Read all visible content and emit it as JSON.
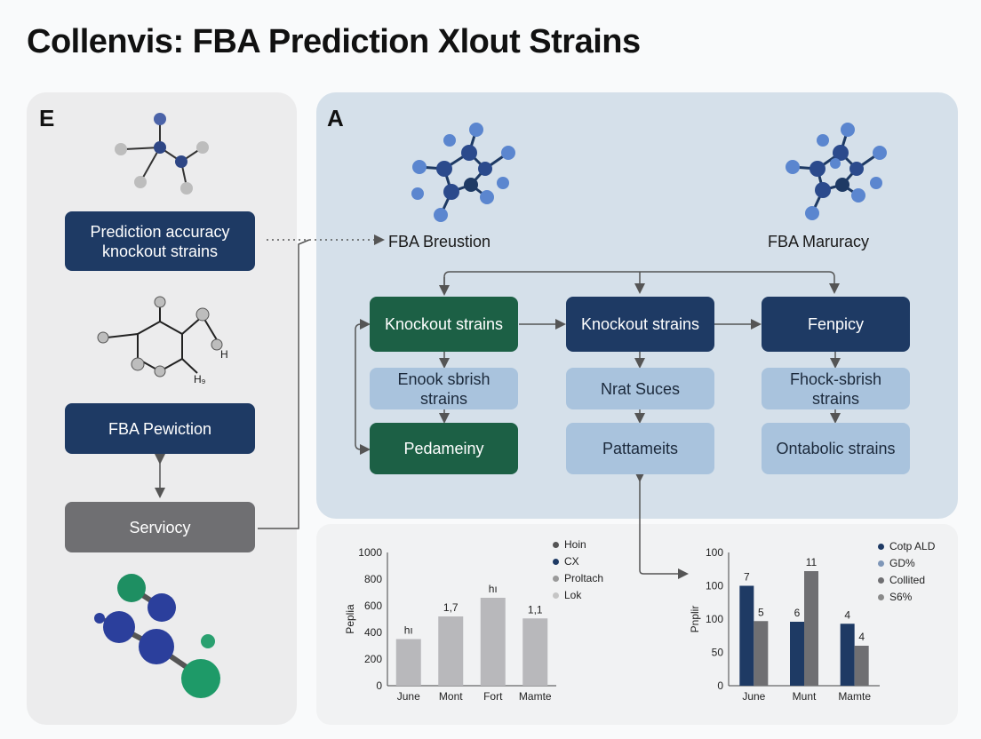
{
  "title": "Collenvis: FBA Prediction Xlout Strains",
  "panels": {
    "left_letter": "E",
    "right_letter": "A"
  },
  "left": {
    "node1": "Prediction accuracy knockout strains",
    "node2": "FBA Pewiction",
    "node3": "Serviocy",
    "mol_h1": "H",
    "mol_h2": "H₉"
  },
  "right": {
    "label_left": "FBA Breustion",
    "label_right": "FBA Maruracy",
    "col1": [
      "Knockout strains",
      "Enook sbrish strains",
      "Pedameiny"
    ],
    "col2": [
      "Knockout strains",
      "Nrat Suces",
      "Pattameits"
    ],
    "col3": [
      "Fenpicy",
      "Fhock-sbrish strains",
      "Ontabolic strains"
    ]
  },
  "colors": {
    "navy": "#1e3a64",
    "green": "#1c6045",
    "light_blue": "#a9c3dd",
    "gray": "#6f6f72",
    "bar_gray": "#b8b8bb"
  },
  "chart_data": [
    {
      "type": "bar",
      "ylabel": "Peplia",
      "ylim": [
        0,
        1000
      ],
      "yticks": [
        0,
        200,
        400,
        600,
        800,
        1000
      ],
      "categories": [
        "June",
        "Mont",
        "Fort",
        "Mamte"
      ],
      "values": [
        350,
        520,
        660,
        505
      ],
      "data_labels": [
        "hı",
        "1,7",
        "hı",
        "1,1"
      ],
      "legend": [
        "Hoin",
        "CX",
        "Proltach",
        "Lok"
      ],
      "legend_colors": [
        "#555555",
        "#1e3a64",
        "#9a9a9a",
        "#c5c5c5"
      ],
      "legend_position": "top-right"
    },
    {
      "type": "bar",
      "ylabel": "Pnplir",
      "yticks": [
        0,
        50,
        100,
        100,
        100
      ],
      "yrange": [
        0,
        200
      ],
      "categories": [
        "June",
        "Munt",
        "Mamte"
      ],
      "series": [
        {
          "values": [
            150,
            96,
            93
          ],
          "data_labels": [
            "7",
            "6",
            "4"
          ],
          "color": "#1e3a64"
        },
        {
          "values": [
            97,
            172,
            60
          ],
          "data_labels": [
            "5",
            "11",
            "4"
          ],
          "color": "#6f6f72"
        }
      ],
      "legend": [
        "Cotp ALD",
        "GD%",
        "Collited",
        "S6%"
      ],
      "legend_colors": [
        "#1e3a64",
        "#7f97b8",
        "#6f6f72",
        "#8a8a8a"
      ],
      "legend_position": "top-right"
    }
  ]
}
